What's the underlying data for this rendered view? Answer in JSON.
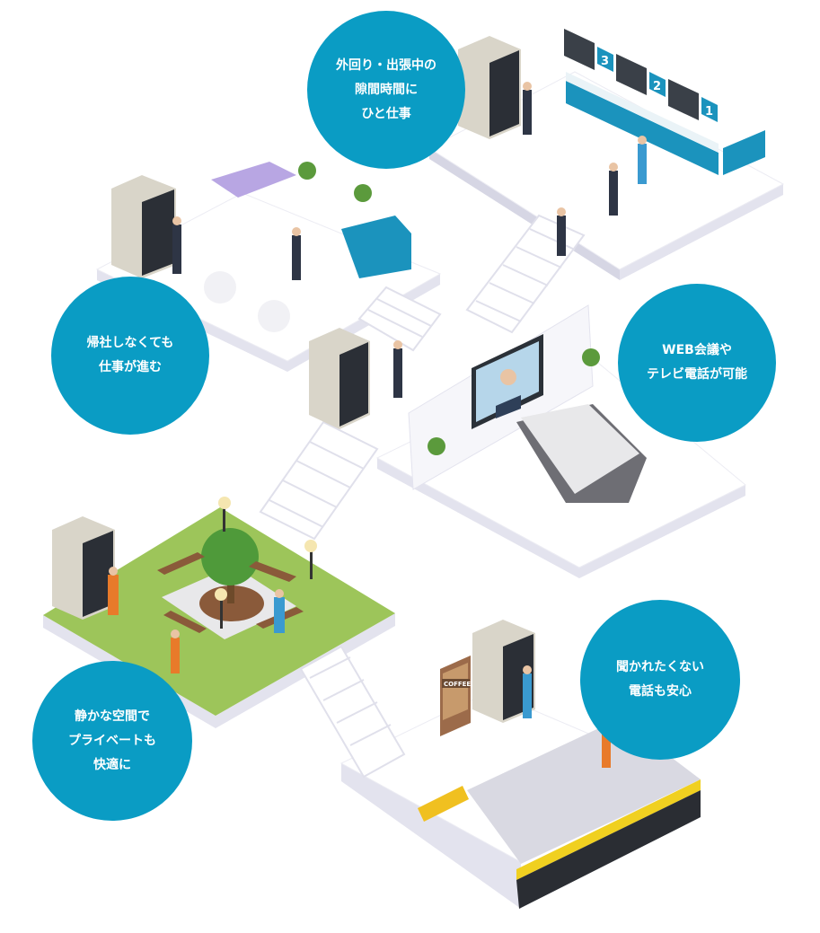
{
  "bubbles": [
    {
      "lines": [
        "外回り・出張中の",
        "隙間時間に",
        "ひと仕事"
      ]
    },
    {
      "lines": [
        "帰社しなくても",
        "仕事が進む"
      ]
    },
    {
      "lines": [
        "WEB会議や",
        "テレビ電話が可能"
      ]
    },
    {
      "lines": [
        "静かな空間で",
        "プライベートも",
        "快適に"
      ]
    },
    {
      "lines": [
        "聞かれたくない",
        "電話も安心"
      ]
    }
  ],
  "counters": [
    "3",
    "2",
    "1"
  ],
  "vending_label": "COFFEE",
  "colors": {
    "bubble": "#0a9cc4",
    "grass": "#9dc55a",
    "platform_side": "#e3e3ee",
    "booth": "#d9d5c9"
  }
}
